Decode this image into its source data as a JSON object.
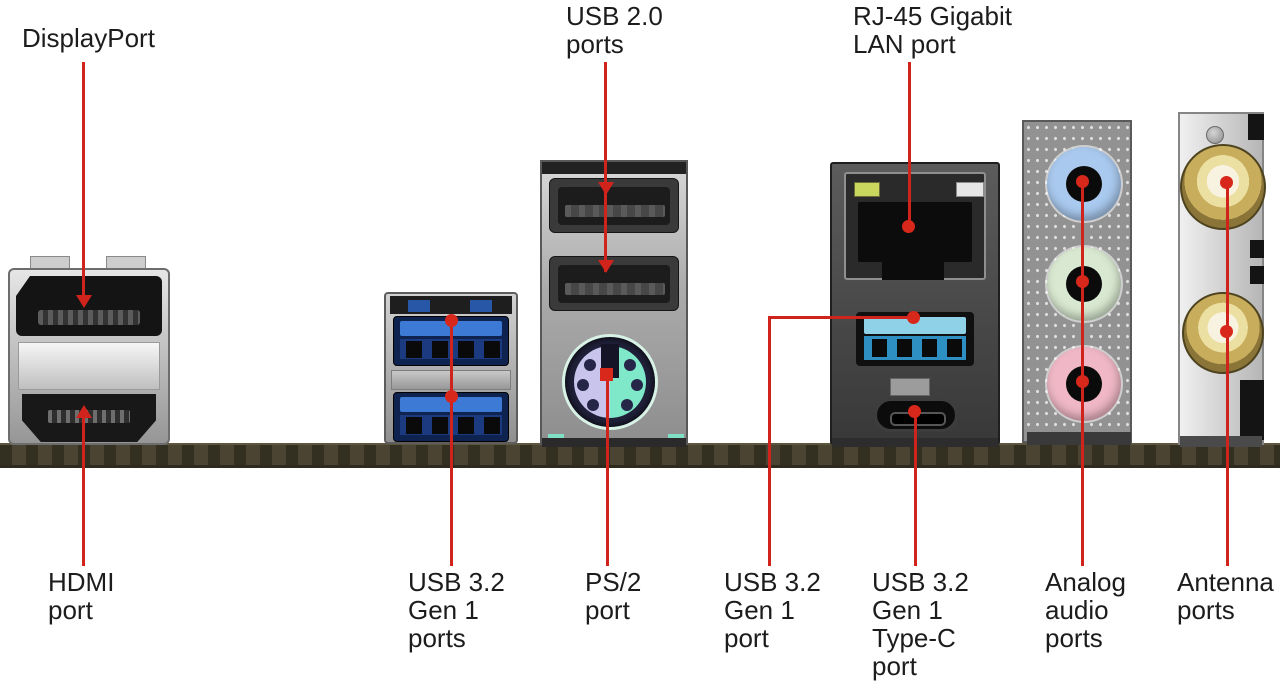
{
  "callouts": {
    "displayport": {
      "lines": [
        "DisplayPort"
      ]
    },
    "usb2_ports": {
      "lines": [
        "USB 2.0",
        "ports"
      ]
    },
    "lan": {
      "lines": [
        "RJ-45 Gigabit",
        "LAN port"
      ]
    },
    "hdmi": {
      "lines": [
        "HDMI",
        "port"
      ]
    },
    "usb32_pair": {
      "lines": [
        "USB 3.2",
        "Gen 1",
        "ports"
      ]
    },
    "ps2": {
      "lines": [
        "PS/2",
        "port"
      ]
    },
    "usb32_single": {
      "lines": [
        "USB 3.2",
        "Gen 1",
        "port"
      ]
    },
    "usb32_typec": {
      "lines": [
        "USB 3.2",
        "Gen 1",
        "Type-C",
        "port"
      ]
    },
    "audio": {
      "lines": [
        "Analog",
        "audio",
        "ports"
      ]
    },
    "antenna": {
      "lines": [
        "Antenna",
        "ports"
      ]
    }
  },
  "colors": {
    "callout_line": "#cf231c",
    "label_text": "#1c1c1c",
    "usb3_blue": "#3c7ad6",
    "usb3_light_blue": "#8fd2e8",
    "ps2_purple": "#c8c4ec",
    "ps2_green": "#7fe8c9",
    "audio_line_in_blue": "#a9c9ee",
    "audio_line_out_green": "#d9e9d1",
    "audio_mic_pink": "#f0b8c6",
    "antenna_gold": "#c7ad5c",
    "lan_led_green": "#c9d75e",
    "pcb_edge": "#4b4433"
  }
}
